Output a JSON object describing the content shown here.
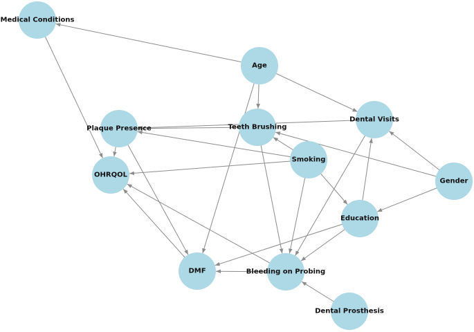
{
  "diagram": {
    "type": "directed-graph",
    "colors": {
      "node_fill": "#add8e6",
      "edge_stroke": "#8c8c8c",
      "label_text": "#111111",
      "background": "#ffffff"
    },
    "nodes": [
      {
        "id": "medical_conditions",
        "label": "Medical Conditions"
      },
      {
        "id": "age",
        "label": "Age"
      },
      {
        "id": "plaque_presence",
        "label": "Plaque Presence"
      },
      {
        "id": "teeth_brushing",
        "label": "Teeth Brushing"
      },
      {
        "id": "dental_visits",
        "label": "Dental Visits"
      },
      {
        "id": "ohrqol",
        "label": "OHRQOL"
      },
      {
        "id": "smoking",
        "label": "Smoking"
      },
      {
        "id": "gender",
        "label": "Gender"
      },
      {
        "id": "education",
        "label": "Education"
      },
      {
        "id": "dmf",
        "label": "DMF"
      },
      {
        "id": "bleeding_on_probing",
        "label": "Bleeding on Probing"
      },
      {
        "id": "dental_prosthesis",
        "label": "Dental Prosthesis"
      }
    ],
    "edges": [
      {
        "from": "age",
        "to": "medical_conditions"
      },
      {
        "from": "age",
        "to": "teeth_brushing"
      },
      {
        "from": "age",
        "to": "dental_visits"
      },
      {
        "from": "age",
        "to": "dmf"
      },
      {
        "from": "medical_conditions",
        "to": "ohrqol"
      },
      {
        "from": "plaque_presence",
        "to": "ohrqol"
      },
      {
        "from": "plaque_presence",
        "to": "dmf"
      },
      {
        "from": "dental_visits",
        "to": "plaque_presence"
      },
      {
        "from": "dental_visits",
        "to": "bleeding_on_probing"
      },
      {
        "from": "teeth_brushing",
        "to": "plaque_presence"
      },
      {
        "from": "teeth_brushing",
        "to": "bleeding_on_probing"
      },
      {
        "from": "smoking",
        "to": "plaque_presence"
      },
      {
        "from": "smoking",
        "to": "teeth_brushing"
      },
      {
        "from": "smoking",
        "to": "ohrqol"
      },
      {
        "from": "smoking",
        "to": "bleeding_on_probing"
      },
      {
        "from": "smoking",
        "to": "education"
      },
      {
        "from": "gender",
        "to": "teeth_brushing"
      },
      {
        "from": "gender",
        "to": "dental_visits"
      },
      {
        "from": "gender",
        "to": "education"
      },
      {
        "from": "education",
        "to": "dental_visits"
      },
      {
        "from": "education",
        "to": "dmf"
      },
      {
        "from": "education",
        "to": "bleeding_on_probing"
      },
      {
        "from": "dmf",
        "to": "ohrqol"
      },
      {
        "from": "bleeding_on_probing",
        "to": "dmf"
      },
      {
        "from": "bleeding_on_probing",
        "to": "ohrqol"
      },
      {
        "from": "dental_prosthesis",
        "to": "bleeding_on_probing"
      }
    ]
  }
}
